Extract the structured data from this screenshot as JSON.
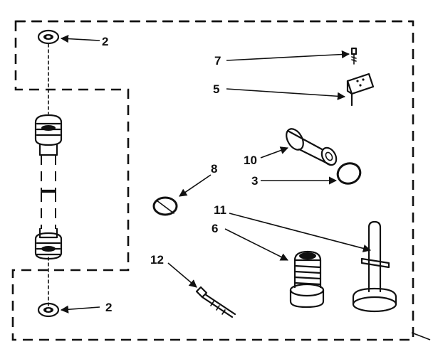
{
  "callouts": {
    "washer_top": "2",
    "washer_bottom": "2",
    "screw": "7",
    "bracket": "5",
    "filter": "10",
    "oring_filter": "3",
    "oring": "8",
    "stud": "11",
    "fitting": "6",
    "bolt": "12"
  }
}
